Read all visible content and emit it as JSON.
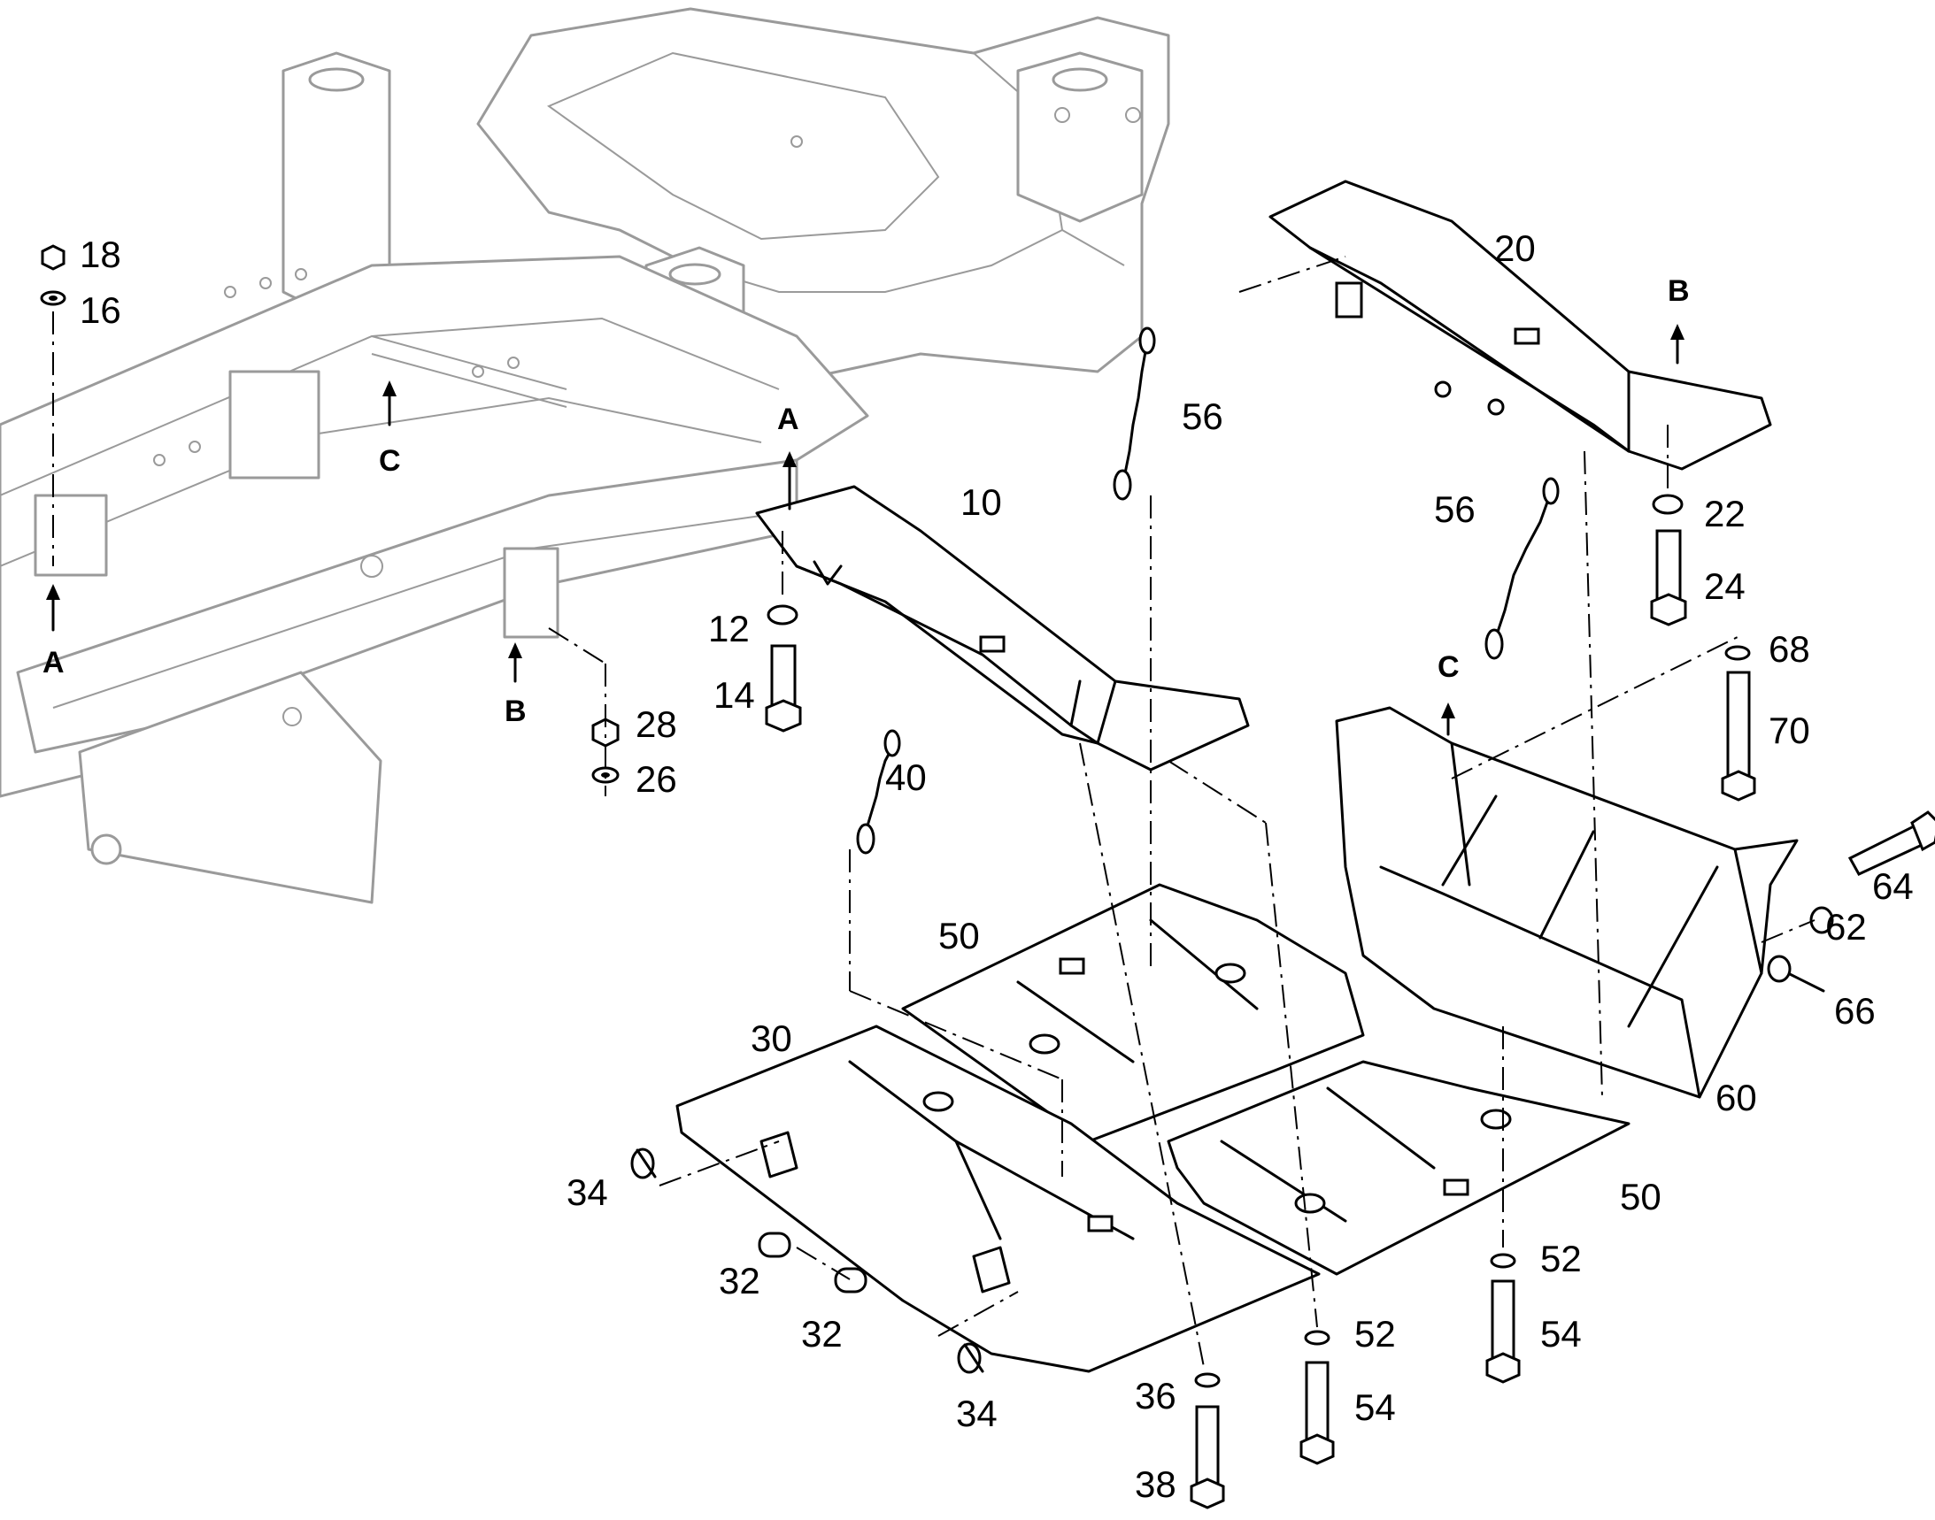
{
  "diagram": {
    "part_labels": [
      {
        "id": "10",
        "text": "10"
      },
      {
        "id": "12",
        "text": "12"
      },
      {
        "id": "14",
        "text": "14"
      },
      {
        "id": "16",
        "text": "16"
      },
      {
        "id": "18",
        "text": "18"
      },
      {
        "id": "20",
        "text": "20"
      },
      {
        "id": "22",
        "text": "22"
      },
      {
        "id": "24",
        "text": "24"
      },
      {
        "id": "26",
        "text": "26"
      },
      {
        "id": "28",
        "text": "28"
      },
      {
        "id": "30",
        "text": "30"
      },
      {
        "id": "32a",
        "text": "32"
      },
      {
        "id": "32b",
        "text": "32"
      },
      {
        "id": "34a",
        "text": "34"
      },
      {
        "id": "34b",
        "text": "34"
      },
      {
        "id": "36",
        "text": "36"
      },
      {
        "id": "38",
        "text": "38"
      },
      {
        "id": "40",
        "text": "40"
      },
      {
        "id": "50a",
        "text": "50"
      },
      {
        "id": "50b",
        "text": "50"
      },
      {
        "id": "52a",
        "text": "52"
      },
      {
        "id": "52b",
        "text": "52"
      },
      {
        "id": "54a",
        "text": "54"
      },
      {
        "id": "54b",
        "text": "54"
      },
      {
        "id": "56a",
        "text": "56"
      },
      {
        "id": "56b",
        "text": "56"
      },
      {
        "id": "60",
        "text": "60"
      },
      {
        "id": "62",
        "text": "62"
      },
      {
        "id": "64",
        "text": "64"
      },
      {
        "id": "66",
        "text": "66"
      },
      {
        "id": "68",
        "text": "68"
      },
      {
        "id": "70",
        "text": "70"
      }
    ],
    "reference_letters": [
      {
        "id": "A_frame",
        "text": "A"
      },
      {
        "id": "A_part",
        "text": "A"
      },
      {
        "id": "B_frame",
        "text": "B"
      },
      {
        "id": "B_part",
        "text": "B"
      },
      {
        "id": "C_frame",
        "text": "C"
      },
      {
        "id": "C_part",
        "text": "C"
      }
    ]
  }
}
